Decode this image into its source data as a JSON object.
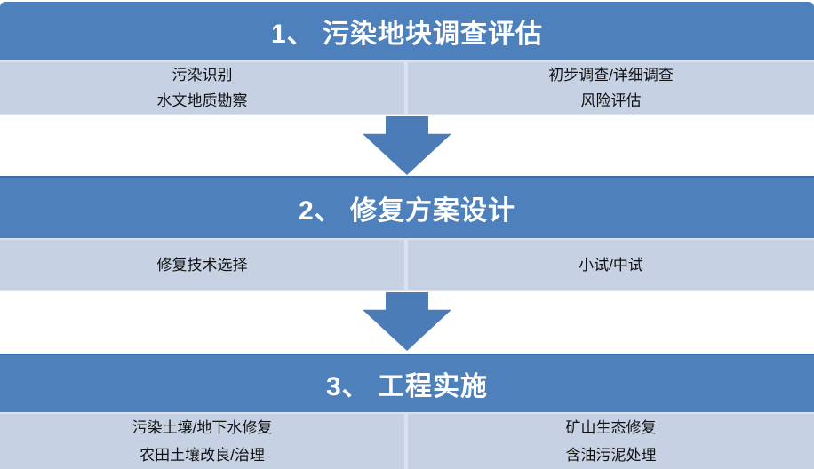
{
  "colors": {
    "header_blue": "#4E80BC",
    "band_blue": "#C6D2E4",
    "divider_light": "#DAE2EF",
    "arrow_blue": "#4C7CB8",
    "header_border": "#3E6DA5",
    "text_dark": "#111111",
    "text_light": "#FFFFFF"
  },
  "sections": [
    {
      "title": "1、 污染地块调查评估",
      "left": [
        "污染识别",
        "水文地质勘察"
      ],
      "right": [
        "初步调查/详细调查",
        "风险评估"
      ]
    },
    {
      "title": "2、 修复方案设计",
      "left": [
        "修复技术选择"
      ],
      "right": [
        "小试/中试"
      ]
    },
    {
      "title": "3、 工程实施",
      "left": [
        "污染土壤/地下水修复",
        "农田土壤改良/治理"
      ],
      "right": [
        "矿山生态修复",
        "含油污泥处理"
      ]
    }
  ]
}
